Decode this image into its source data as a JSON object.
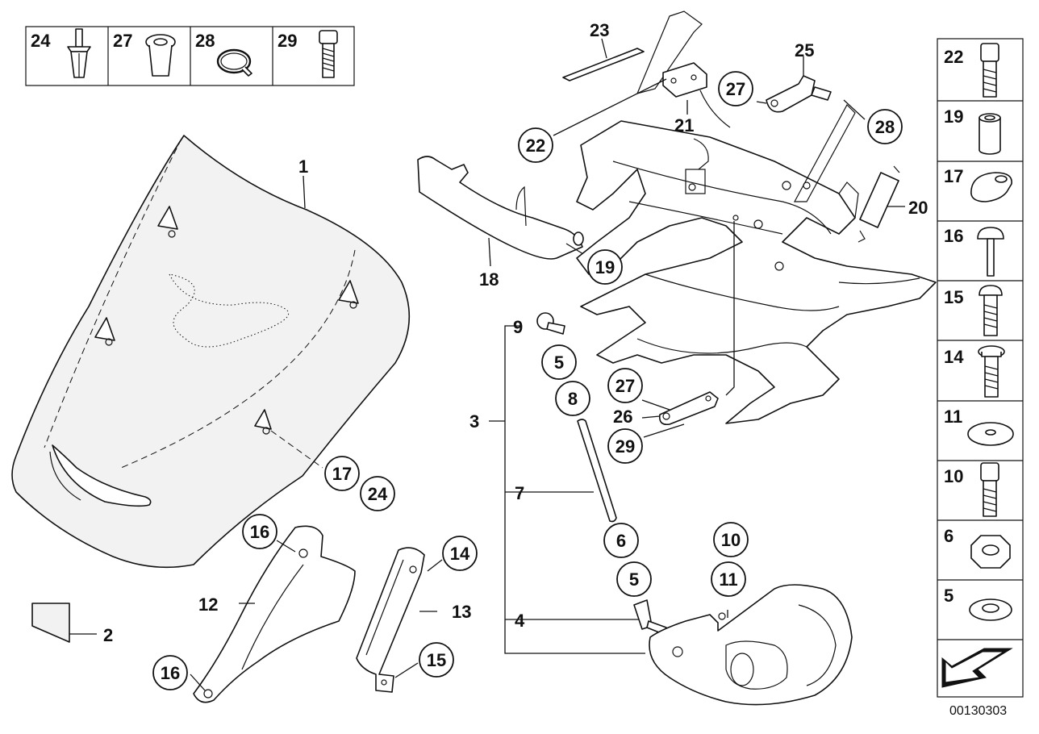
{
  "diagram_code": "00130303",
  "legend_top": [
    {
      "id": "24",
      "label": "24",
      "icon": "push-rivet-icon"
    },
    {
      "id": "27",
      "label": "27",
      "icon": "clip-nut-icon"
    },
    {
      "id": "28",
      "label": "28",
      "icon": "circlip-icon"
    },
    {
      "id": "29",
      "label": "29",
      "icon": "screw-icon"
    }
  ],
  "legend_right": [
    {
      "id": "22",
      "label": "22",
      "icon": "allen-bolt-icon"
    },
    {
      "id": "19",
      "label": "19",
      "icon": "bushing-icon"
    },
    {
      "id": "17",
      "label": "17",
      "icon": "rubber-cap-icon"
    },
    {
      "id": "16",
      "label": "16",
      "icon": "mushroom-pin-icon"
    },
    {
      "id": "15",
      "label": "15",
      "icon": "torx-bolt-icon"
    },
    {
      "id": "14",
      "label": "14",
      "icon": "collar-bolt-icon"
    },
    {
      "id": "11",
      "label": "11",
      "icon": "washer-icon"
    },
    {
      "id": "10",
      "label": "10",
      "icon": "socket-bolt-icon"
    },
    {
      "id": "6",
      "label": "6",
      "icon": "hex-nut-icon"
    },
    {
      "id": "5",
      "label": "5",
      "icon": "flat-washer-icon"
    }
  ],
  "callouts_plain": {
    "c1": "1",
    "c2": "2",
    "c3": "3",
    "c4": "4",
    "c7": "7",
    "c9": "9",
    "c12": "12",
    "c13": "13",
    "c18": "18",
    "c20": "20",
    "c21": "21",
    "c23": "23",
    "c25": "25",
    "c26": "26"
  },
  "callouts_circled": {
    "k5a": "5",
    "k8": "8",
    "k6": "6",
    "k5b": "5",
    "k10": "10",
    "k11": "11",
    "k14": "14",
    "k15": "15",
    "k16a": "16",
    "k16b": "16",
    "k17": "17",
    "k24": "24",
    "k19": "19",
    "k22": "22",
    "k27a": "27",
    "k28": "28",
    "k27b": "27",
    "k29": "29"
  }
}
